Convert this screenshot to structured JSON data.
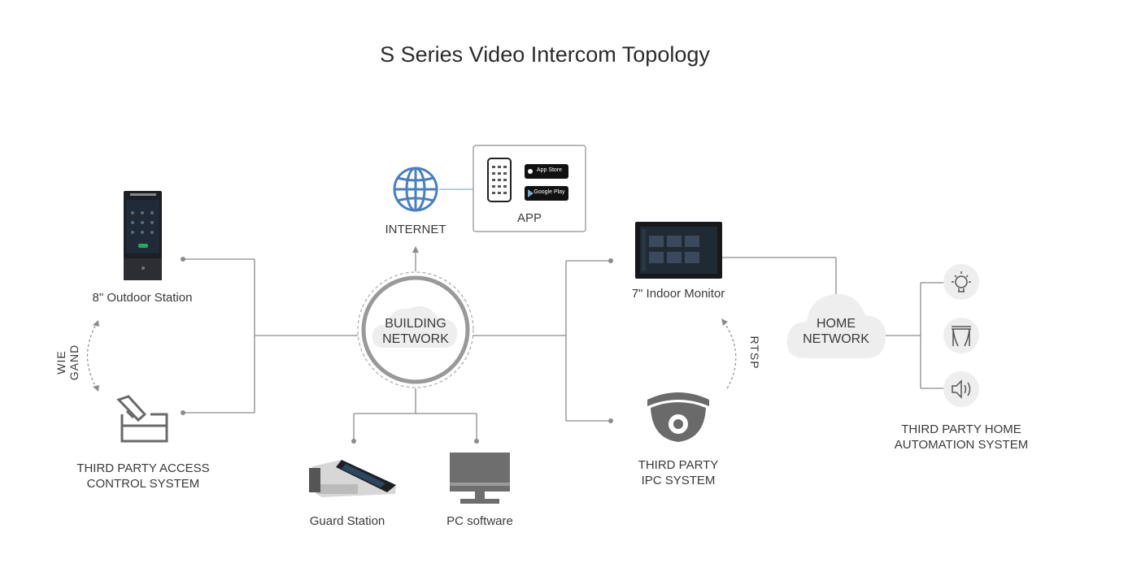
{
  "title": "S Series Video Intercom Topology",
  "nodes": {
    "building_network": {
      "line1": "BUILDING",
      "line2": "NETWORK"
    },
    "home_network": {
      "line1": "HOME",
      "line2": "NETWORK"
    },
    "internet": "INTERNET",
    "app": "APP",
    "outdoor_station": "8\" Outdoor Station",
    "access_control": {
      "line1": "THIRD PARTY ACCESS",
      "line2": "CONTROL SYSTEM"
    },
    "guard_station": "Guard Station",
    "pc_software": "PC software",
    "indoor_monitor": "7\" Indoor Monitor",
    "ipc": {
      "line1": "THIRD PARTY",
      "line2": "IPC SYSTEM"
    },
    "home_automation": {
      "line1": "THIRD PARTY HOME",
      "line2": "AUTOMATION SYSTEM"
    }
  },
  "link_labels": {
    "wiegand": "WIE GAND",
    "rtsp": "RTSP"
  },
  "store_badges": {
    "app_store": "App Store",
    "google_play": "Google Play"
  },
  "icons": [
    "globe-icon",
    "phone-icon",
    "outdoor-station-icon",
    "access-control-icon",
    "guard-station-icon",
    "monitor-icon",
    "indoor-monitor-icon",
    "dome-camera-icon",
    "light-bulb-icon",
    "curtain-icon",
    "speaker-icon"
  ],
  "colors": {
    "line": "#8c8c8c",
    "globe": "#4a7fc0",
    "text": "#3a3a3a",
    "cloud": "#eeeeee"
  }
}
